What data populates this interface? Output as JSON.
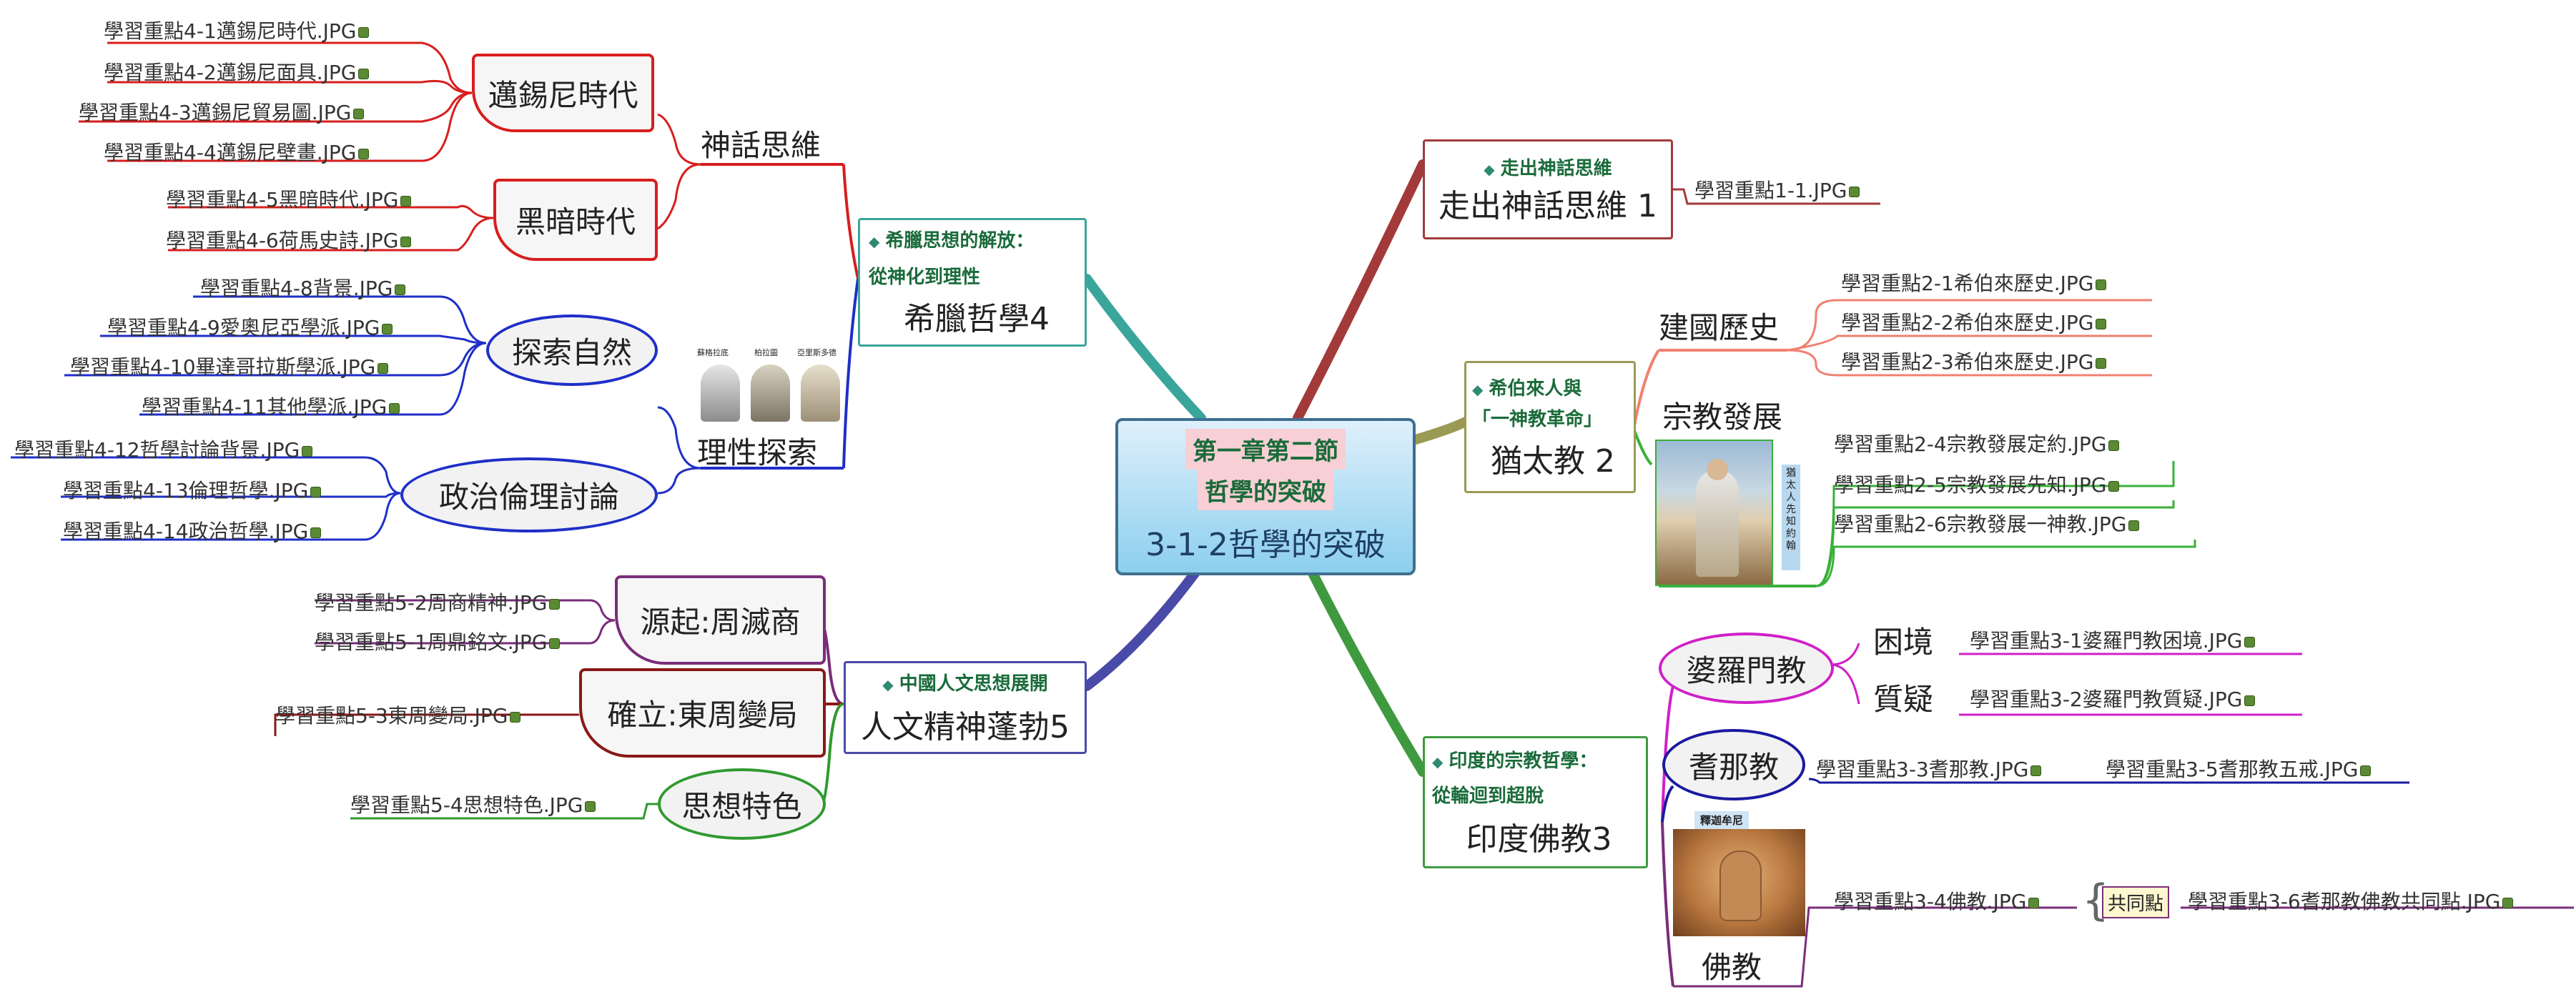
{
  "colors": {
    "center_border": "#3f6f8f",
    "red": "#d81e1e",
    "teal": "#3aa59a",
    "blue": "#1e2fc8",
    "purple": "#7a2d7a",
    "darkred": "#8a1818",
    "green": "#2f9a2f",
    "brown": "#a33a3a",
    "olive": "#9a9a55",
    "magenta": "#d020c8",
    "navy": "#1a1aa0",
    "orange": "#f08070"
  },
  "center": {
    "line1": "第一章第二節",
    "line2": "哲學的突破",
    "title": "3-1-2哲學的突破"
  },
  "branches": {
    "b1": {
      "sub": "走出神話思維",
      "main": "走出神話思維 1",
      "leaves": [
        "學習重點1-1.JPG"
      ]
    },
    "b2": {
      "sub1": "希伯來人與",
      "sub2": "「一神教革命」",
      "main": "猶太教 2",
      "topic1": "建國歷史",
      "topic2": "宗教發展",
      "image_caption": "猶太人先知約翰",
      "leaves1": [
        "學習重點2-1希伯來歷史.JPG",
        "學習重點2-2希伯來歷史.JPG",
        "學習重點2-3希伯來歷史.JPG"
      ],
      "leaves2": [
        "學習重點2-4宗教發展定約.JPG",
        "學習重點2-5宗教發展先知.JPG",
        "學習重點2-6宗教發展一神教.JPG"
      ]
    },
    "b3": {
      "sub1": "印度的宗教哲學：",
      "sub2": "從輪迴到超脫",
      "main": "印度佛教3",
      "topic_brahman": "婆羅門教",
      "sub_kunjing": "困境",
      "sub_zhiyi": "質疑",
      "leaf_kunjing": "學習重點3-1婆羅門教困境.JPG",
      "leaf_zhiyi": "學習重點3-2婆羅門教質疑.JPG",
      "topic_jain": "耆那教",
      "leaf_jain1": "學習重點3-3耆那教.JPG",
      "leaf_jain2": "學習重點3-5耆那教五戒.JPG",
      "image_caption": "釋迦牟尼",
      "topic_buddhism": "佛教",
      "leaf_buddhism": "學習重點3-4佛教.JPG",
      "common_label": "共同點",
      "leaf_common": "學習重點3-6耆那教佛教共同點.JPG"
    },
    "b4": {
      "sub1": "希臘思想的解放：",
      "sub2": "從神化到理性",
      "main": "希臘哲學4",
      "topic_myth": "神話思維",
      "topic_mycenae": "邁錫尼時代",
      "topic_dark": "黑暗時代",
      "topic_reason": "理性探索",
      "topic_nature": "探索自然",
      "topic_politics": "政治倫理討論",
      "portraits": [
        "蘇格拉底",
        "柏拉圖",
        "亞里斯多德"
      ],
      "leaves_mycenae": [
        "學習重點4-1邁錫尼時代.JPG",
        "學習重點4-2邁錫尼面具.JPG",
        "學習重點4-3邁錫尼貿易圖.JPG",
        "學習重點4-4邁錫尼壁畫.JPG"
      ],
      "leaves_dark": [
        "學習重點4-5黑暗時代.JPG",
        "學習重點4-6荷馬史詩.JPG"
      ],
      "leaves_nature": [
        "學習重點4-8背景.JPG",
        "學習重點4-9愛奧尼亞學派.JPG",
        "學習重點4-10畢達哥拉斯學派.JPG",
        "學習重點4-11其他學派.JPG"
      ],
      "leaves_politics": [
        "學習重點4-12哲學討論背景.JPG",
        "學習重點4-13倫理哲學.JPG",
        "學習重點4-14政治哲學.JPG"
      ]
    },
    "b5": {
      "sub": "中國人文思想展開",
      "main": "人文精神蓬勃5",
      "topic_origin": "源起:周滅商",
      "topic_establish": "確立:東周變局",
      "topic_feature": "思想特色",
      "leaves_origin": [
        "學習重點5-2周商精神.JPG",
        "學習重點5-1周鼎銘文.JPG"
      ],
      "leaf_establish": "學習重點5-3東周變局.JPG",
      "leaf_feature": "學習重點5-4思想特色.JPG"
    }
  }
}
